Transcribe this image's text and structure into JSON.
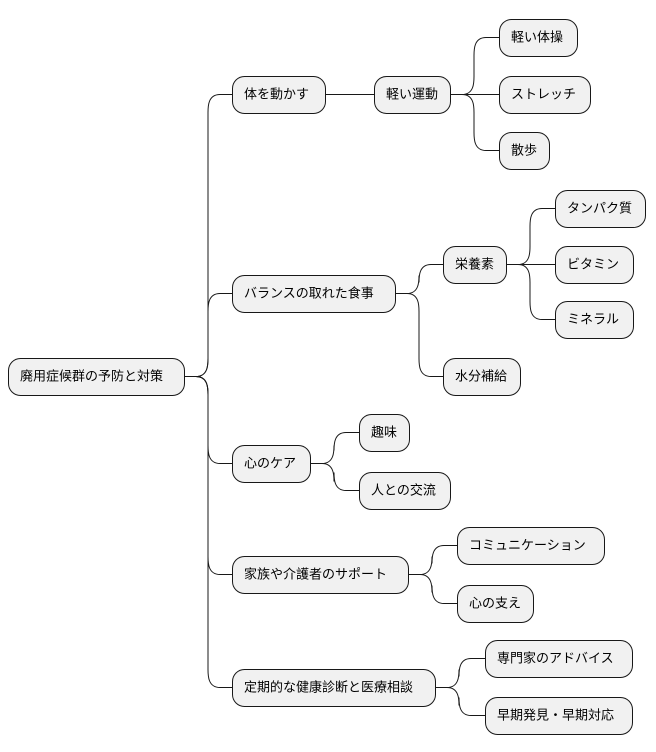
{
  "root": "廃用症候群の予防と対策",
  "branches": [
    {
      "label": "体を動かす",
      "children": [
        {
          "label": "軽い運動",
          "children": [
            "軽い体操",
            "ストレッチ",
            "散歩"
          ]
        }
      ]
    },
    {
      "label": "バランスの取れた食事",
      "children": [
        {
          "label": "栄養素",
          "children": [
            "タンパク質",
            "ビタミン",
            "ミネラル"
          ]
        },
        {
          "label": "水分補給",
          "children": []
        }
      ]
    },
    {
      "label": "心のケア",
      "children": [
        {
          "label": "趣味",
          "children": []
        },
        {
          "label": "人との交流",
          "children": []
        }
      ]
    },
    {
      "label": "家族や介護者のサポート",
      "children": [
        {
          "label": "コミュニケーション",
          "children": []
        },
        {
          "label": "心の支え",
          "children": []
        }
      ]
    },
    {
      "label": "定期的な健康診断と医療相談",
      "children": [
        {
          "label": "専門家のアドバイス",
          "children": []
        },
        {
          "label": "早期発見・早期対応",
          "children": []
        }
      ]
    }
  ]
}
